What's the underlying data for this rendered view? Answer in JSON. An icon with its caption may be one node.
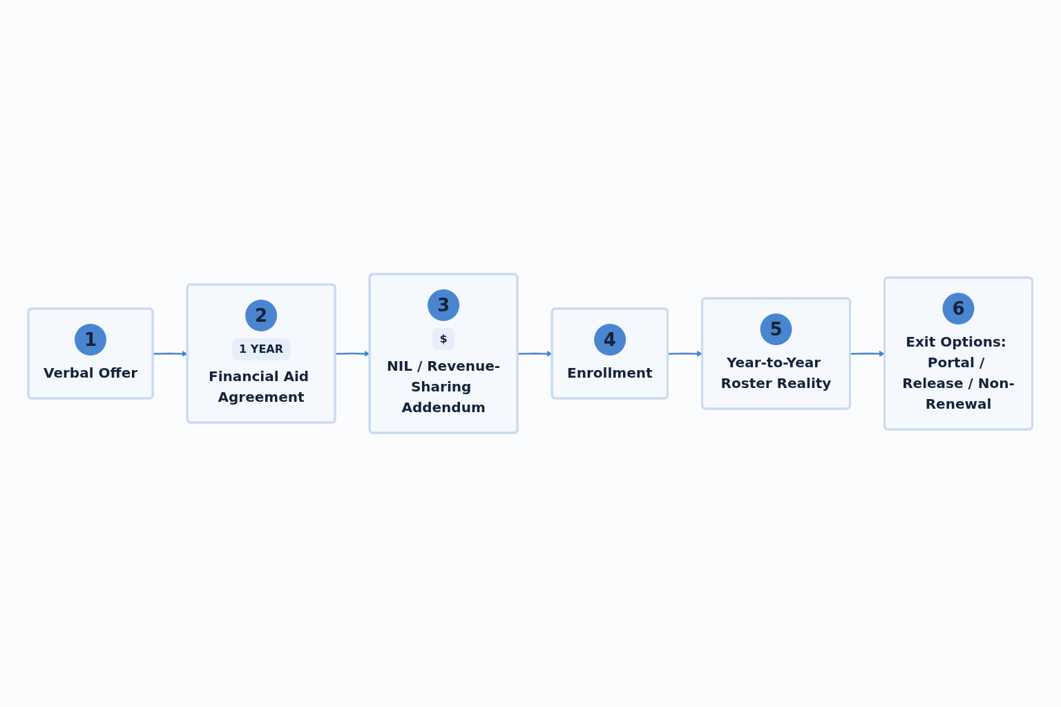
{
  "diagram": {
    "nodes": [
      {
        "text": [
          "1",
          "Verbal Offer"
        ]
      },
      {
        "text": [
          "2",
          "1 YEAR",
          "Financial Aid Agreement"
        ]
      },
      {
        "text": [
          "3",
          "$",
          "NIL / Revenue-Sharing Addendum"
        ]
      },
      {
        "text": [
          "4",
          "Enrollment"
        ]
      },
      {
        "text": [
          "5",
          "Year-to-Year Roster Reality"
        ]
      },
      {
        "text": [
          "6",
          "Exit Options: Portal / Release / Non-Renewal"
        ]
      }
    ],
    "edges": [
      {
        "from": 0,
        "to": 1,
        "arrow": "to"
      },
      {
        "from": 1,
        "to": 2,
        "arrow": "to"
      },
      {
        "from": 2,
        "to": 3,
        "arrow": "to"
      },
      {
        "from": 3,
        "to": 4,
        "arrow": "to"
      },
      {
        "from": 4,
        "to": 5,
        "arrow": "to"
      }
    ]
  }
}
